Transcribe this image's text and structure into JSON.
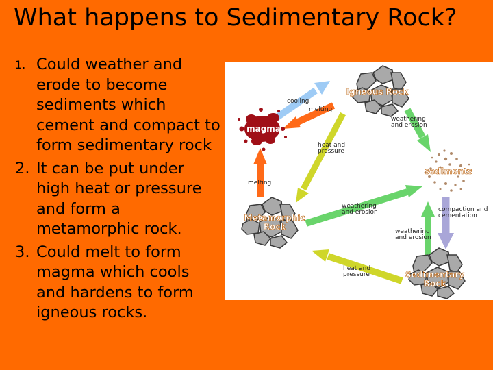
{
  "slide": {
    "title": "What happens to Sedimentary Rock?",
    "points": [
      {
        "num": "1.",
        "text": "Could weather and erode to become sediments which cement and compact to form sedimentary rock"
      },
      {
        "num": "2.",
        "text": "It can be put under high heat or pressure and form a metamorphic rock."
      },
      {
        "num": "3.",
        "text": "Could melt to form magma which cools and hardens to form igneous rocks."
      }
    ]
  },
  "diagram": {
    "nodes": {
      "igneous": "Igneous Rock",
      "magma": "magma",
      "sediments": "sediments",
      "metamorphic_1": "Metamorphic",
      "metamorphic_2": "Rock",
      "sedimentary_1": "Sedimentary",
      "sedimentary_2": "Rock"
    },
    "labels": {
      "cooling": "cooling",
      "melting_top": "melting",
      "melting_left": "melting",
      "weathering_top_1": "weathering",
      "weathering_top_2": "and erosion",
      "heat_pressure_top_1": "heat and",
      "heat_pressure_top_2": "pressure",
      "weathering_mid_1": "weathering",
      "weathering_mid_2": "and erosion",
      "compaction_1": "compaction and",
      "compaction_2": "cementation",
      "weathering_bot_1": "weathering",
      "weathering_bot_2": "and erosion",
      "heat_pressure_bot_1": "heat and",
      "heat_pressure_bot_2": "pressure"
    },
    "colors": {
      "background": "#ff6a00",
      "cooling": "#9ecbf5",
      "melting": "#ff6a18",
      "weathering": "#69d46b",
      "heat_pressure": "#cfd62a",
      "compaction": "#a9a6d8",
      "magma": "#a00f17",
      "rock": "#a9a9a9"
    }
  }
}
